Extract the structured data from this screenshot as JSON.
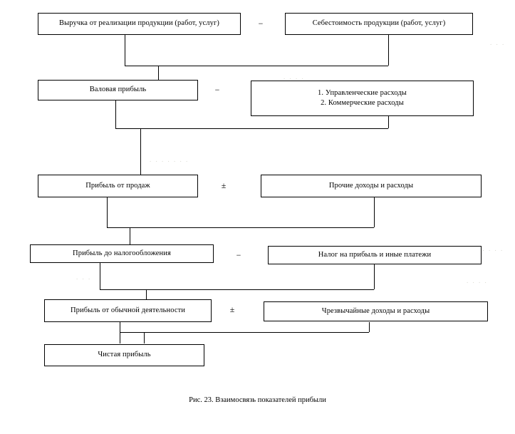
{
  "figure": {
    "caption": "Рис. 23. Взаимосвязь показателей прибыли",
    "background_color": "#ffffff",
    "line_color": "#000000",
    "text_color": "#000000"
  },
  "boxes": [
    {
      "id": "revenue",
      "label": "Выручка от реализации продукции (работ, услуг)"
    },
    {
      "id": "cost",
      "label": "Себестоимость продукции (работ, услуг)"
    },
    {
      "id": "gross-profit",
      "label": "Валовая прибыль"
    },
    {
      "id": "expenses",
      "label": "1. Управленческие расходы\n2. Коммерческие расходы"
    },
    {
      "id": "sales-profit",
      "label": "Прибыль от продаж"
    },
    {
      "id": "other-income",
      "label": "Прочие доходы и расходы"
    },
    {
      "id": "pretax-profit",
      "label": "Прибыль до налогообложения"
    },
    {
      "id": "profit-tax",
      "label": "Налог на прибыль и иные платежи"
    },
    {
      "id": "ordinary-profit",
      "label": "Прибыль от обычной деятельности"
    },
    {
      "id": "extraordinary",
      "label": "Чрезвычайные доходы и расходы"
    },
    {
      "id": "net-profit",
      "label": "Чистая прибыль"
    }
  ],
  "operators": [
    {
      "id": "op-revenue-cost",
      "symbol": "−"
    },
    {
      "id": "op-gross-expenses",
      "symbol": "−"
    },
    {
      "id": "op-sales-other",
      "symbol": "±"
    },
    {
      "id": "op-pretax-tax",
      "symbol": "−"
    },
    {
      "id": "op-ordinary-extraordinary",
      "symbol": "±"
    }
  ],
  "speckles": [
    {
      "id": "speck-1",
      "text": ". . ."
    },
    {
      "id": "speck-2",
      "text": ". . . ."
    },
    {
      "id": "speck-3",
      "text": ". . . .   . . ."
    },
    {
      "id": "speck-4",
      "text": ". . ."
    },
    {
      "id": "speck-5",
      "text": ". . . .   . . ."
    },
    {
      "id": "speck-6",
      "text": ". . . ."
    },
    {
      "id": "speck-7",
      "text": ". . ."
    },
    {
      "id": "speck-8",
      "text": ". . ."
    }
  ]
}
